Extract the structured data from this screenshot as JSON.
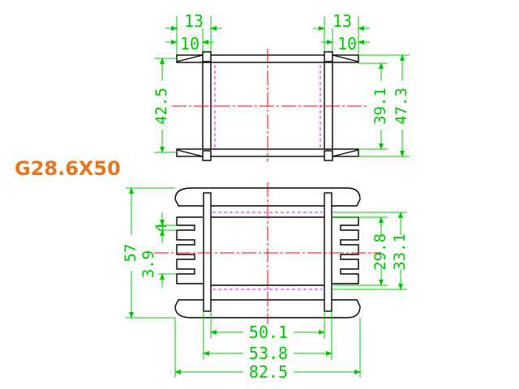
{
  "title": "G28.6X50",
  "colors": {
    "dimension": "#00c800",
    "outline": "#000000",
    "centerline": "#ff0000",
    "hidden": "#ff00ff",
    "title": "#e8761c"
  },
  "top_view": {
    "dims": {
      "left_13": "13",
      "left_10": "10",
      "right_13": "13",
      "right_10": "10",
      "height_left": "42.5",
      "inner_right": "39.1",
      "outer_right": "47.3"
    }
  },
  "front_view": {
    "dims": {
      "height": "57",
      "tab_4": "4",
      "pitch": "3.9",
      "inner_29": "29.8",
      "inner_33": "33.1",
      "width_50": "50.1",
      "width_53": "53.8",
      "width_82": "82.5"
    }
  }
}
